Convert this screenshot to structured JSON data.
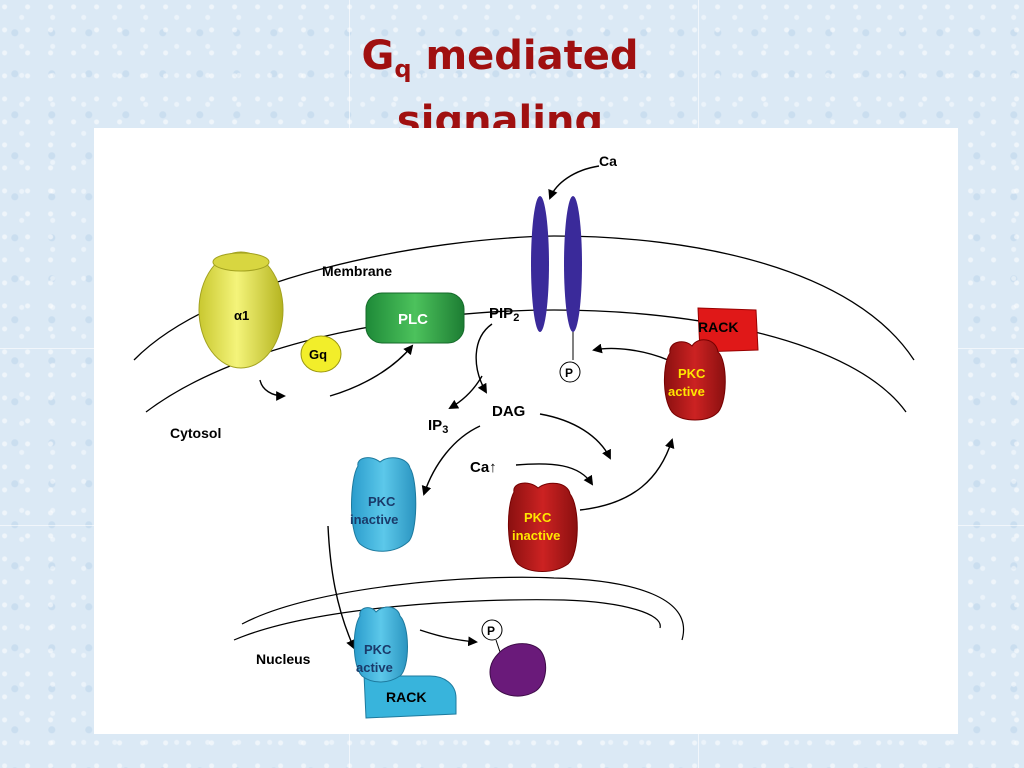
{
  "slide": {
    "title_main": "G",
    "title_sub": "q",
    "title_rest": " mediated",
    "title_line2": "signaling"
  },
  "diagram": {
    "labels": {
      "ca_top": "Ca",
      "membrane": "Membrane",
      "alpha1": "α1",
      "gq": "Gq",
      "plc": "PLC",
      "pip2": "PIP",
      "pip2_sub": "2",
      "cytosol": "Cytosol",
      "ip3": "IP",
      "ip3_sub": "3",
      "dag": "DAG",
      "ca_up": "Ca↑",
      "p_membrane": "P",
      "rack_top": "RACK",
      "pkc_active_top_1": "PKC",
      "pkc_active_top_2": "active",
      "pkc_inactive_blue_1": "PKC",
      "pkc_inactive_blue_2": "inactive",
      "pkc_inactive_red_1": "PKC",
      "pkc_inactive_red_2": "inactive",
      "nucleus": "Nucleus",
      "pkc_active_bottom_1": "PKC",
      "pkc_active_bottom_2": "active",
      "rack_bottom": "RACK",
      "p_nucleus": "P"
    },
    "colors": {
      "title": "#a01010",
      "receptor": "#e6e84a",
      "gq": "#f2ee2a",
      "plc": "#2fa04a",
      "channel": "#3a2a9a",
      "pkc_red": "#b81818",
      "rack_red": "#e01818",
      "pkc_blue": "#38b4dc",
      "substrate": "#6a1a7a",
      "pkc_text_red": "#ffe600"
    }
  }
}
